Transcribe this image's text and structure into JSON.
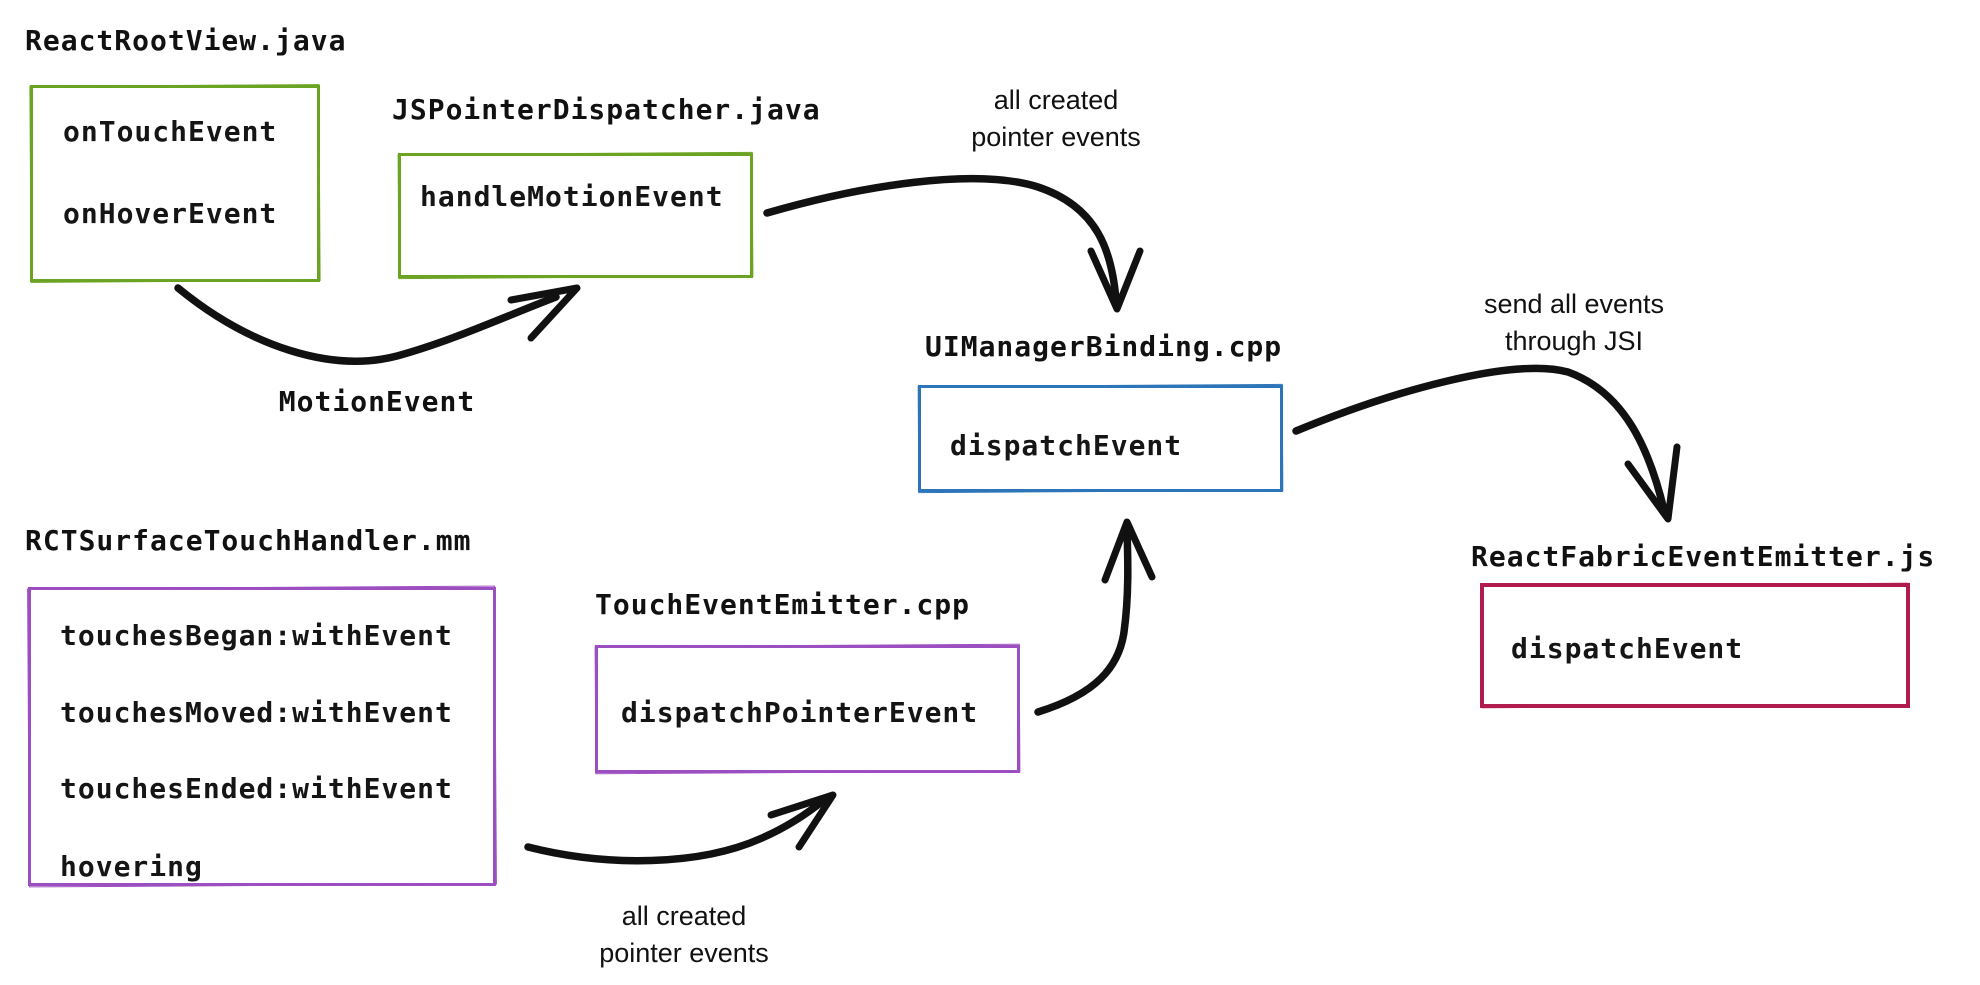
{
  "diagram": {
    "background": "#ffffff",
    "arrow_color": "#111111",
    "colors": {
      "green": "#6ba322",
      "blue": "#2d75b8",
      "purple": "#9c4fc1",
      "crimson": "#b21b4e"
    },
    "nodes": [
      {
        "id": "react-root-view",
        "title": "ReactRootView.java",
        "color": "#6ba322",
        "items": [
          "onTouchEvent",
          "onHoverEvent"
        ]
      },
      {
        "id": "js-pointer-dispatcher",
        "title": "JSPointerDispatcher.java",
        "color": "#6ba322",
        "items": [
          "handleMotionEvent"
        ]
      },
      {
        "id": "ui-manager-binding",
        "title": "UIManagerBinding.cpp",
        "color": "#2d75b8",
        "items": [
          "dispatchEvent"
        ]
      },
      {
        "id": "rct-surface-touch-handler",
        "title": "RCTSurfaceTouchHandler.mm",
        "color": "#9c4fc1",
        "items": [
          "touchesBegan:withEvent",
          "touchesMoved:withEvent",
          "touchesEnded:withEvent",
          "hovering"
        ]
      },
      {
        "id": "touch-event-emitter",
        "title": "TouchEventEmitter.cpp",
        "color": "#9c4fc1",
        "items": [
          "dispatchPointerEvent"
        ]
      },
      {
        "id": "react-fabric-event-emitter",
        "title": "ReactFabricEventEmitter.js",
        "color": "#b21b4e",
        "items": [
          "dispatchEvent"
        ]
      }
    ],
    "edge_labels": [
      {
        "id": "motion-event",
        "text": "MotionEvent"
      },
      {
        "id": "all-created-pointer-events-top",
        "lines": [
          "all created",
          "pointer events"
        ]
      },
      {
        "id": "send-all-events-through-jsi",
        "lines": [
          "send all events",
          "through JSI"
        ]
      },
      {
        "id": "all-created-pointer-events-bottom",
        "lines": [
          "all created",
          "pointer events"
        ]
      }
    ]
  }
}
